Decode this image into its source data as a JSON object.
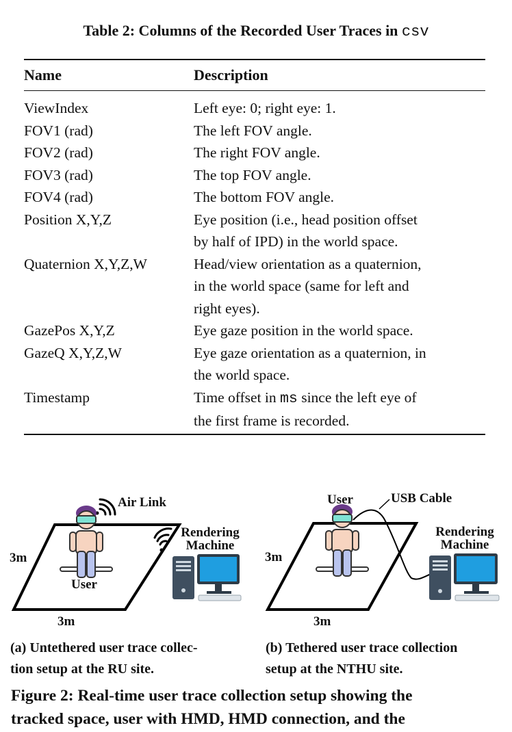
{
  "table": {
    "caption": "Table 2: Columns of the Recorded User Traces in",
    "caption_code": "csv",
    "headers": {
      "name": "Name",
      "description": "Description"
    },
    "rows": [
      {
        "name": "ViewIndex",
        "desc": [
          "Left eye: 0; right eye: 1."
        ]
      },
      {
        "name": "FOV1 (rad)",
        "desc": [
          "The left FOV angle."
        ]
      },
      {
        "name": "FOV2 (rad)",
        "desc": [
          "The right FOV angle."
        ]
      },
      {
        "name": "FOV3 (rad)",
        "desc": [
          "The top FOV angle."
        ]
      },
      {
        "name": "FOV4 (rad)",
        "desc": [
          "The bottom FOV angle."
        ]
      },
      {
        "name": "Position X,Y,Z",
        "desc": [
          "Eye position (i.e., head position offset",
          "by half of IPD) in the world space."
        ]
      },
      {
        "name": "Quaternion X,Y,Z,W",
        "desc": [
          "Head/view orientation as a quaternion,",
          "in the world space (same for left and",
          "right eyes)."
        ]
      },
      {
        "name": "GazePos X,Y,Z",
        "desc": [
          "Eye gaze position in the world space."
        ]
      },
      {
        "name": "GazeQ X,Y,Z,W",
        "desc": [
          "Eye gaze orientation as a quaternion, in",
          "the world space."
        ]
      },
      {
        "name": "Timestamp",
        "desc": [
          "Time offset in ",
          "ms",
          " since the left eye of",
          "the first frame is recorded."
        ]
      }
    ]
  },
  "figure_a": {
    "air_link": "Air Link",
    "rendering": "Rendering",
    "machine": "Machine",
    "user": "User",
    "side_left": "3m",
    "side_bottom": "3m",
    "caption": [
      "(a) Untethered user trace collec-",
      "tion setup at the RU site."
    ]
  },
  "figure_b": {
    "user": "User",
    "usb_cable": "USB Cable",
    "rendering": "Rendering",
    "machine": "Machine",
    "side_left": "3m",
    "side_bottom": "3m",
    "caption": [
      "(b) Tethered user trace collection",
      "setup at the NTHU site."
    ]
  },
  "figure_caption": [
    "Figure 2: Real-time user trace collection setup showing the",
    "tracked space, user with HMD, HMD connection, and the"
  ],
  "colors": {
    "headset": "#7fe3d4",
    "skin": "#f7d4c0",
    "pants": "#b9c4ee",
    "hair": "#6a3a8a",
    "monitor": "#1f9ee0",
    "tower": "#3f4f60"
  }
}
